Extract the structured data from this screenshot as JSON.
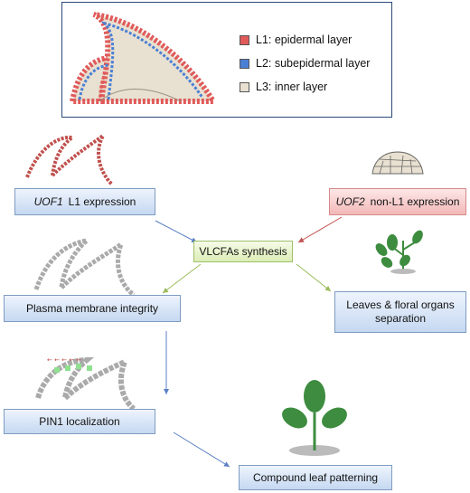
{
  "legend": {
    "items": [
      {
        "label": "L1: epidermal layer",
        "color": "#e05a5a"
      },
      {
        "label": "L2: subepidermal layer",
        "color": "#4a7fd6"
      },
      {
        "label": "L3: inner layer",
        "color": "#e8e0d0"
      }
    ]
  },
  "boxes": {
    "uof1_gene": "UOF1",
    "uof1_text": "L1 expression",
    "uof2_gene": "UOF2",
    "uof2_text": "non-L1 expression",
    "vlcfa": "VLCFAs synthesis",
    "membrane": "Plasma membrane integrity",
    "separation": "Leaves & floral organs separation",
    "pin1": "PIN1 localization",
    "compound": "Compound leaf patterning"
  },
  "colors": {
    "arrow_blue": "#5b7fc4",
    "arrow_red": "#c0504d",
    "arrow_green": "#9bbb59",
    "leaf_green": "#3d8c3f"
  }
}
